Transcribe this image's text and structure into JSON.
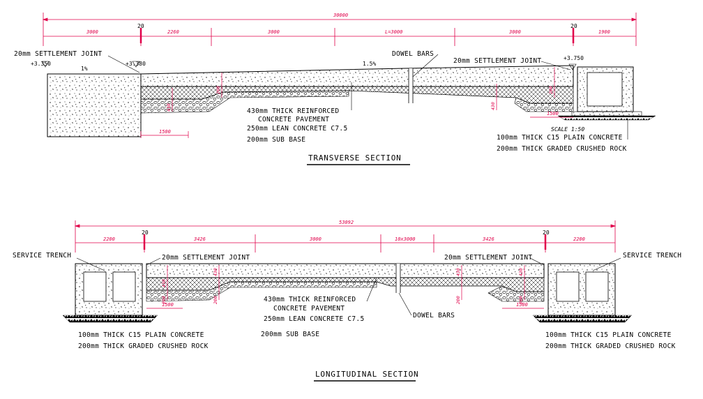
{
  "transverse": {
    "title": "TRANSVERSE SECTION",
    "overall_dim": "30000",
    "segment_dims": [
      "3000",
      "2260",
      "3000",
      "L=3000",
      "3000",
      "1900"
    ],
    "joint_marks": [
      "20",
      "20"
    ],
    "left_label": "20mm SETTLEMENT JOINT",
    "left_level_outer": "+3.350",
    "left_level_inner": "+3.380",
    "slope_left": "1%",
    "slope_mid": "1.5%",
    "dowel_label": "DOWEL BARS",
    "right_joint_label": "20mm SETTLEMENT JOINT",
    "right_level": "+3.750",
    "pavement_line1": "430mm THICK REINFORCED",
    "pavement_line2": "CONCRETE PAVEMENT",
    "lean_concrete": "250mm LEAN CONCRETE C7.5",
    "sub_base": "200mm SUB BASE",
    "left_dim_bottom": "1500",
    "right_dim_bottom": "1500",
    "scale": "SCALE 1:50",
    "right_note1": "100mm THICK C15 PLAIN CONCRETE",
    "right_note2": "200mm THICK GRADED CRUSHED ROCK",
    "vertical_dims": [
      "430",
      "200",
      "430",
      "200",
      "430"
    ]
  },
  "longitudinal": {
    "title": "LONGITUDINAL SECTION",
    "overall_dim": "53092",
    "segment_dims": [
      "2200",
      "3426",
      "3000",
      "10x3000",
      "3426",
      "2200"
    ],
    "joint_marks": [
      "20",
      "20"
    ],
    "service_trench_left": "SERVICE TRENCH",
    "service_trench_right": "SERVICE TRENCH",
    "left_joint_label": "20mm SETTLEMENT JOINT",
    "right_joint_label": "20mm SETTLEMENT JOINT",
    "pavement_line1": "430mm THICK REINFORCED",
    "pavement_line2": "CONCRETE PAVEMENT",
    "lean_concrete": "250mm LEAN CONCRETE C7.5",
    "sub_base": "200mm SUB BASE",
    "dowel_label": "DOWEL BARS",
    "left_note1": "100mm THICK C15 PLAIN CONCRETE",
    "left_note2": "200mm THICK GRADED CRUSHED ROCK",
    "right_note1": "100mm THICK C15 PLAIN CONCRETE",
    "right_note2": "200mm THICK GRADED CRUSHED ROCK",
    "left_dim_bottom": "1500",
    "right_dim_bottom": "1500",
    "vertical_dims": [
      "430",
      "200",
      "430",
      "200",
      "200",
      "430",
      "430",
      "200"
    ]
  }
}
